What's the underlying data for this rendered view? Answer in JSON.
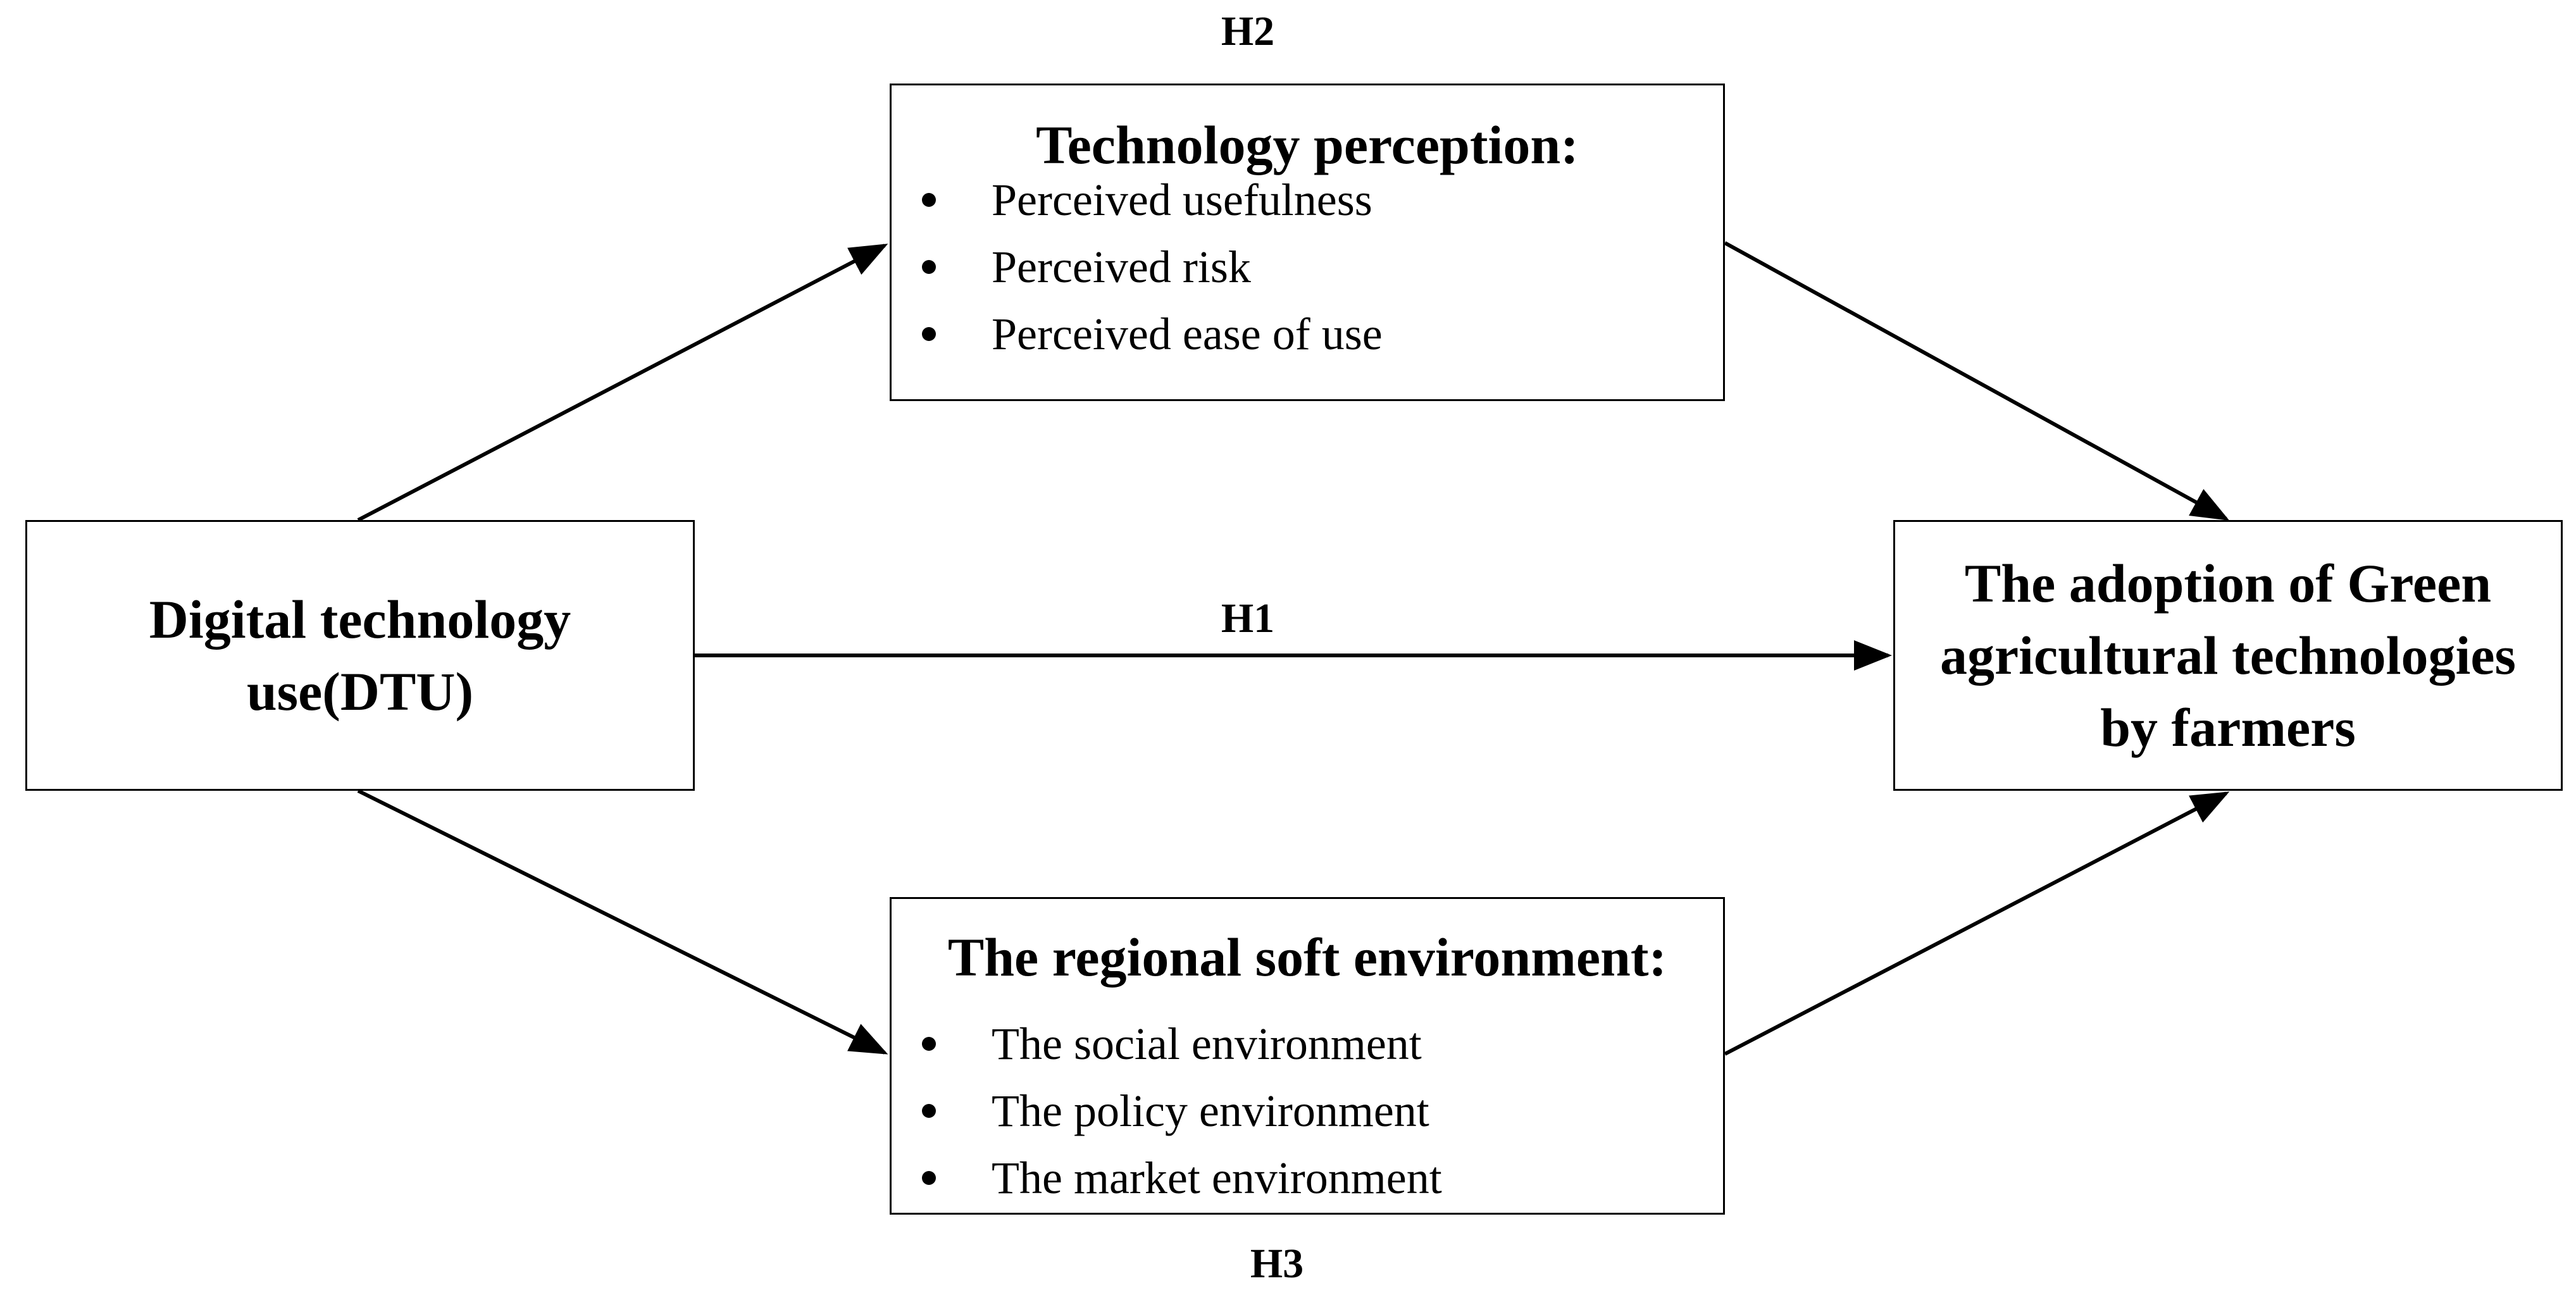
{
  "nodes": {
    "dtu": {
      "title_line1": "Digital technology",
      "title_line2": "use(DTU)"
    },
    "technology_perception": {
      "title": "Technology perception:",
      "items": [
        "Perceived usefulness",
        "Perceived risk",
        "Perceived ease of use"
      ]
    },
    "regional_environment": {
      "title": "The regional soft environment:",
      "items": [
        "The social environment",
        "The policy environment",
        "The market environment"
      ]
    },
    "adoption": {
      "title_line1": "The adoption of Green",
      "title_line2": "agricultural technologies",
      "title_line3": "by farmers"
    }
  },
  "hypotheses": {
    "h1": "H1",
    "h2": "H2",
    "h3": "H3"
  },
  "colors": {
    "stroke": "#000000",
    "background": "#ffffff"
  }
}
